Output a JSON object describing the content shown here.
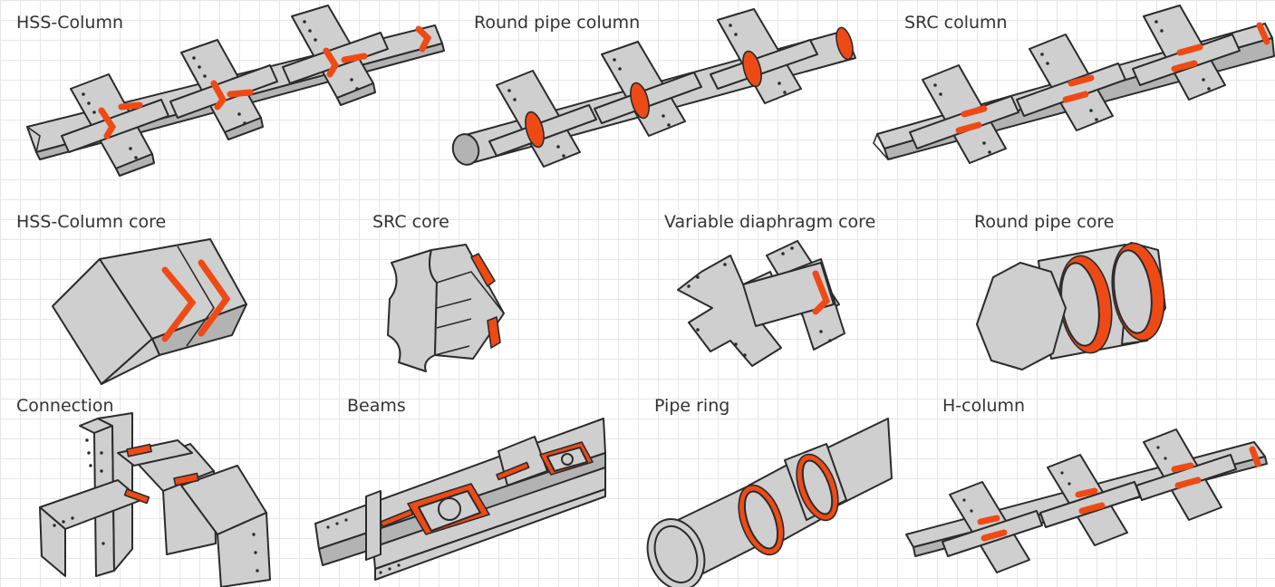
{
  "colors": {
    "steel": "#cfcfcf",
    "steel_dark": "#b3b3b3",
    "weld": "#ef4a15",
    "ink": "#2b2b2b"
  },
  "items": [
    {
      "label": "HSS-Column",
      "icon": "hss-column-icon"
    },
    {
      "label": "Round pipe column",
      "icon": "round-pipe-column-icon"
    },
    {
      "label": "SRC column",
      "icon": "src-column-icon"
    },
    {
      "label": "HSS-Column core",
      "icon": "hss-column-core-icon"
    },
    {
      "label": "SRC core",
      "icon": "src-core-icon"
    },
    {
      "label": "Variable diaphragm core",
      "icon": "variable-diaphragm-core-icon"
    },
    {
      "label": "Round pipe core",
      "icon": "round-pipe-core-icon"
    },
    {
      "label": "Connection",
      "icon": "connection-icon"
    },
    {
      "label": "Beams",
      "icon": "beams-icon"
    },
    {
      "label": "Pipe ring",
      "icon": "pipe-ring-icon"
    },
    {
      "label": "H-column",
      "icon": "h-column-icon"
    }
  ]
}
